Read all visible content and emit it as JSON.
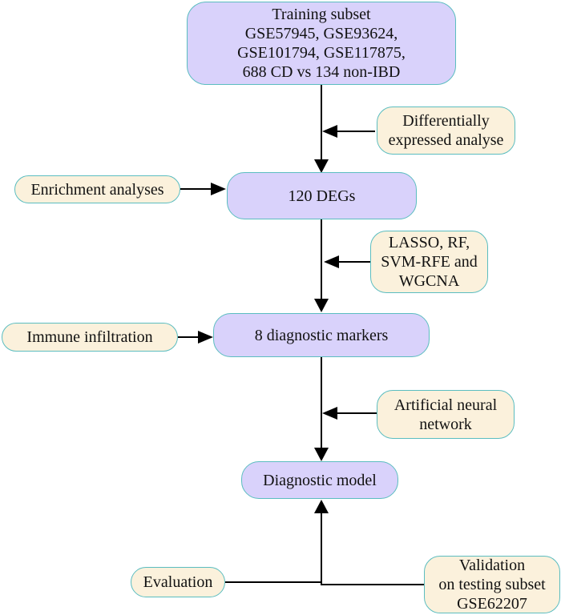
{
  "nodes": {
    "training_subset": {
      "lines": [
        "Training subset",
        "GSE57945, GSE93624,",
        "GSE101794, GSE117875,",
        "688 CD vs 134 non-IBD"
      ]
    },
    "differential": {
      "lines": [
        "Differentially",
        "expressed analyse"
      ]
    },
    "enrichment": {
      "lines": [
        "Enrichment analyses"
      ]
    },
    "degs": {
      "lines": [
        "120 DEGs"
      ]
    },
    "feature_selection": {
      "lines": [
        "LASSO, RF,",
        "SVM-RFE and",
        "WGCNA"
      ]
    },
    "immune": {
      "lines": [
        "Immune infiltration"
      ]
    },
    "markers": {
      "lines": [
        "8 diagnostic markers"
      ]
    },
    "ann": {
      "lines": [
        "Artificial neural",
        "network"
      ]
    },
    "model": {
      "lines": [
        "Diagnostic model"
      ]
    },
    "evaluation": {
      "lines": [
        "Evaluation"
      ]
    },
    "validation": {
      "lines": [
        "Validation",
        "on testing subset",
        "GSE62207"
      ]
    }
  },
  "colors": {
    "main_fill": "#d9d2fb",
    "side_fill": "#fbf1dc",
    "border": "#5bbdc0",
    "arrow": "#000000"
  }
}
